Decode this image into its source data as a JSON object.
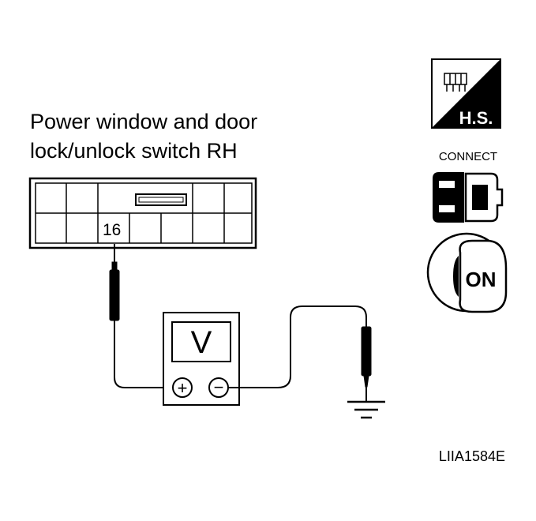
{
  "title_lines": [
    "Power window and door",
    "lock/unlock switch RH"
  ],
  "terminal_label": "16",
  "meter": {
    "display": "V",
    "positive_symbol": "+",
    "negative_symbol": "−"
  },
  "icons": {
    "hs_label": "H.S.",
    "connect_label": "CONNECT",
    "key_label": "ON"
  },
  "figure_code": "LIIA1584E",
  "colors": {
    "ink": "#000000",
    "paper": "#ffffff"
  }
}
